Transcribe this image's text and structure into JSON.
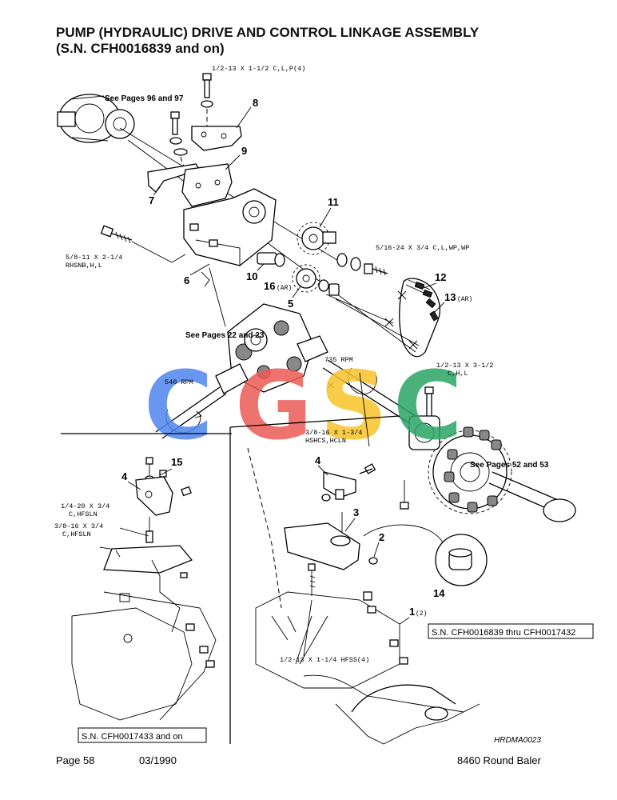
{
  "title": {
    "line1": "PUMP (HYDRAULIC) DRIVE AND CONTROL LINKAGE ASSEMBLY",
    "line2": "(S.N. CFH0016839 and on)"
  },
  "callouts": {
    "bolt_top": "1/2-13 X 1-1/2 C,L,P(4)",
    "see_96_97": "See Pages 96 and 97",
    "bolt_rhsnb_1": "5/8-11 X 2-1/4",
    "bolt_rhsnb_2": "RHSNB,H,L",
    "bolt_516_1": "5/16-24 X 3/4 C,L,WP,WP",
    "see_22_23": "See Pages 22 and 23",
    "rpm_540": "540 RPM",
    "rpm_735": "735 RPM",
    "bolt_312_1": "1/2-13 X 3-1/2",
    "bolt_312_2": "C,H,L",
    "bolt_hshcs_1": "3/8-16 X 1-3/4",
    "bolt_hshcs_2": "HSHCS,HCLN",
    "see_52_53": "See Pages 52 and 53",
    "bolt_14_20_1": "1/4-20 X 3/4",
    "bolt_14_20_2": "C,HFSLN",
    "bolt_38_16_1": "3/8-16 X 3/4",
    "bolt_38_16_2": "C,HFSLN",
    "bolt_hfss": "1/2-13 X 1-1/4 HFSS(4)"
  },
  "part_numbers": {
    "p1": "1",
    "p1_qty": "(2)",
    "p2": "2",
    "p3": "3",
    "p4a": "4",
    "p4b": "4",
    "p5": "5",
    "p6": "6",
    "p7": "7",
    "p8": "8",
    "p9": "9",
    "p10": "10",
    "p11": "11",
    "p12": "12",
    "p13": "13",
    "p13_note": "(AR)",
    "p14": "14",
    "p15": "15",
    "p16": "16",
    "p16_note": "(AR)"
  },
  "serial_boxes": {
    "right": "S.N. CFH0016839 thru CFH0017432",
    "left": "S.N. CFH0017433  and on"
  },
  "drawing_code": "HRDMA0023",
  "footer": {
    "page": "Page 58",
    "date": "03/1990",
    "model": "8460 Round Baler"
  },
  "watermark": {
    "letters": [
      "C",
      "G",
      "S",
      "C"
    ],
    "colors": [
      "#4f86ee",
      "#ec5a54",
      "#f7c42a",
      "#2aa565"
    ]
  }
}
